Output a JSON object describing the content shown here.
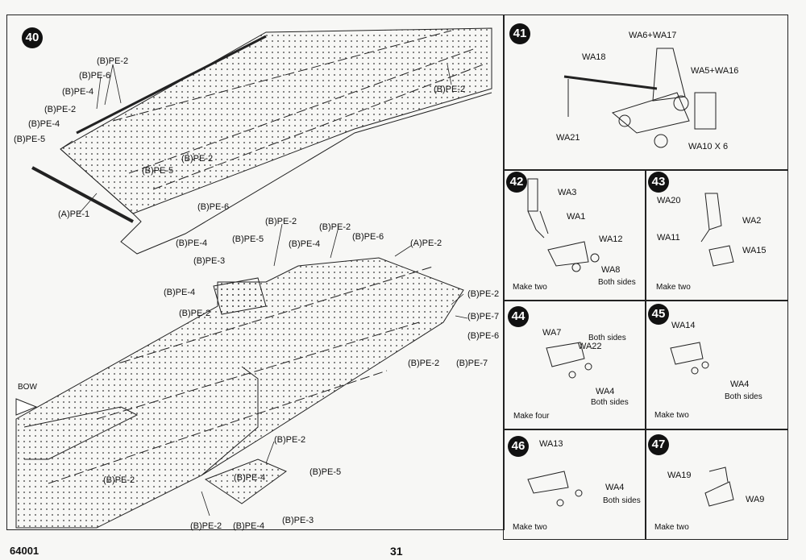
{
  "page": {
    "code": "64001",
    "number": "31"
  },
  "step40": {
    "number": "40",
    "bow_label": "BOW",
    "labels": [
      "(B)PE-2",
      "(B)PE-6",
      "(B)PE-4",
      "(B)PE-2",
      "(B)PE-4",
      "(B)PE-5",
      "(A)PE-1",
      "(B)PE-5",
      "(B)PE-2",
      "(B)PE-6",
      "(B)PE-4",
      "(B)PE-2",
      "(B)PE-2",
      "(B)PE-2",
      "(B)PE-5",
      "(B)PE-4",
      "(B)PE-6",
      "(A)PE-2",
      "(B)PE-3",
      "(B)PE-4",
      "(B)PE-2",
      "(B)PE-2",
      "(B)PE-7",
      "(B)PE-6",
      "(B)PE-2",
      "(B)PE-7",
      "(B)PE-2",
      "(B)PE-4",
      "(B)PE-5",
      "(B)PE-2",
      "(B)PE-2",
      "(B)PE-4",
      "(B)PE-3"
    ]
  },
  "step41": {
    "number": "41",
    "labels": [
      "WA6+WA17",
      "WA18",
      "WA5+WA16",
      "WA21",
      "WA10 X 6"
    ]
  },
  "step42": {
    "number": "42",
    "labels": [
      "WA3",
      "WA1",
      "WA12",
      "WA8"
    ],
    "notes": [
      "Both sides",
      "Make two"
    ]
  },
  "step43": {
    "number": "43",
    "labels": [
      "WA20",
      "WA2",
      "WA11",
      "WA15"
    ],
    "notes": [
      "Make two"
    ]
  },
  "step44": {
    "number": "44",
    "labels": [
      "WA7",
      "WA22",
      "WA4"
    ],
    "notes": [
      "Both sides",
      "Both sides",
      "Make four"
    ]
  },
  "step45": {
    "number": "45",
    "labels": [
      "WA14",
      "WA4"
    ],
    "notes": [
      "Both sides",
      "Make two"
    ]
  },
  "step46": {
    "number": "46",
    "labels": [
      "WA13",
      "WA4"
    ],
    "notes": [
      "Both sides",
      "Make two"
    ]
  },
  "step47": {
    "number": "47",
    "labels": [
      "WA19",
      "WA9"
    ],
    "notes": [
      "Make two"
    ]
  }
}
